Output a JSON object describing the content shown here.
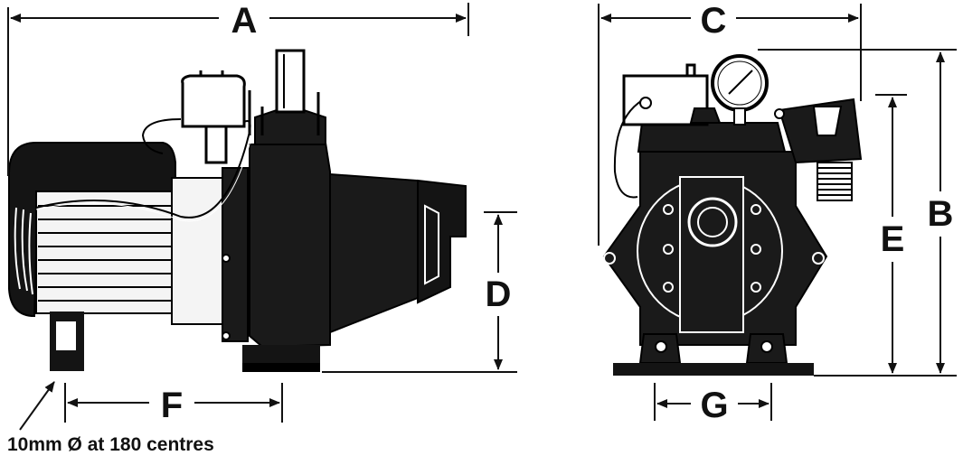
{
  "dimensions": {
    "A": "A",
    "B": "B",
    "C": "C",
    "D": "D",
    "E": "E",
    "F": "F",
    "G": "G"
  },
  "mounting_note": "10mm Ø at 180 centres",
  "colors": {
    "ink": "#111111",
    "motor_ribs": "#f2f2f2",
    "background": "#ffffff"
  }
}
